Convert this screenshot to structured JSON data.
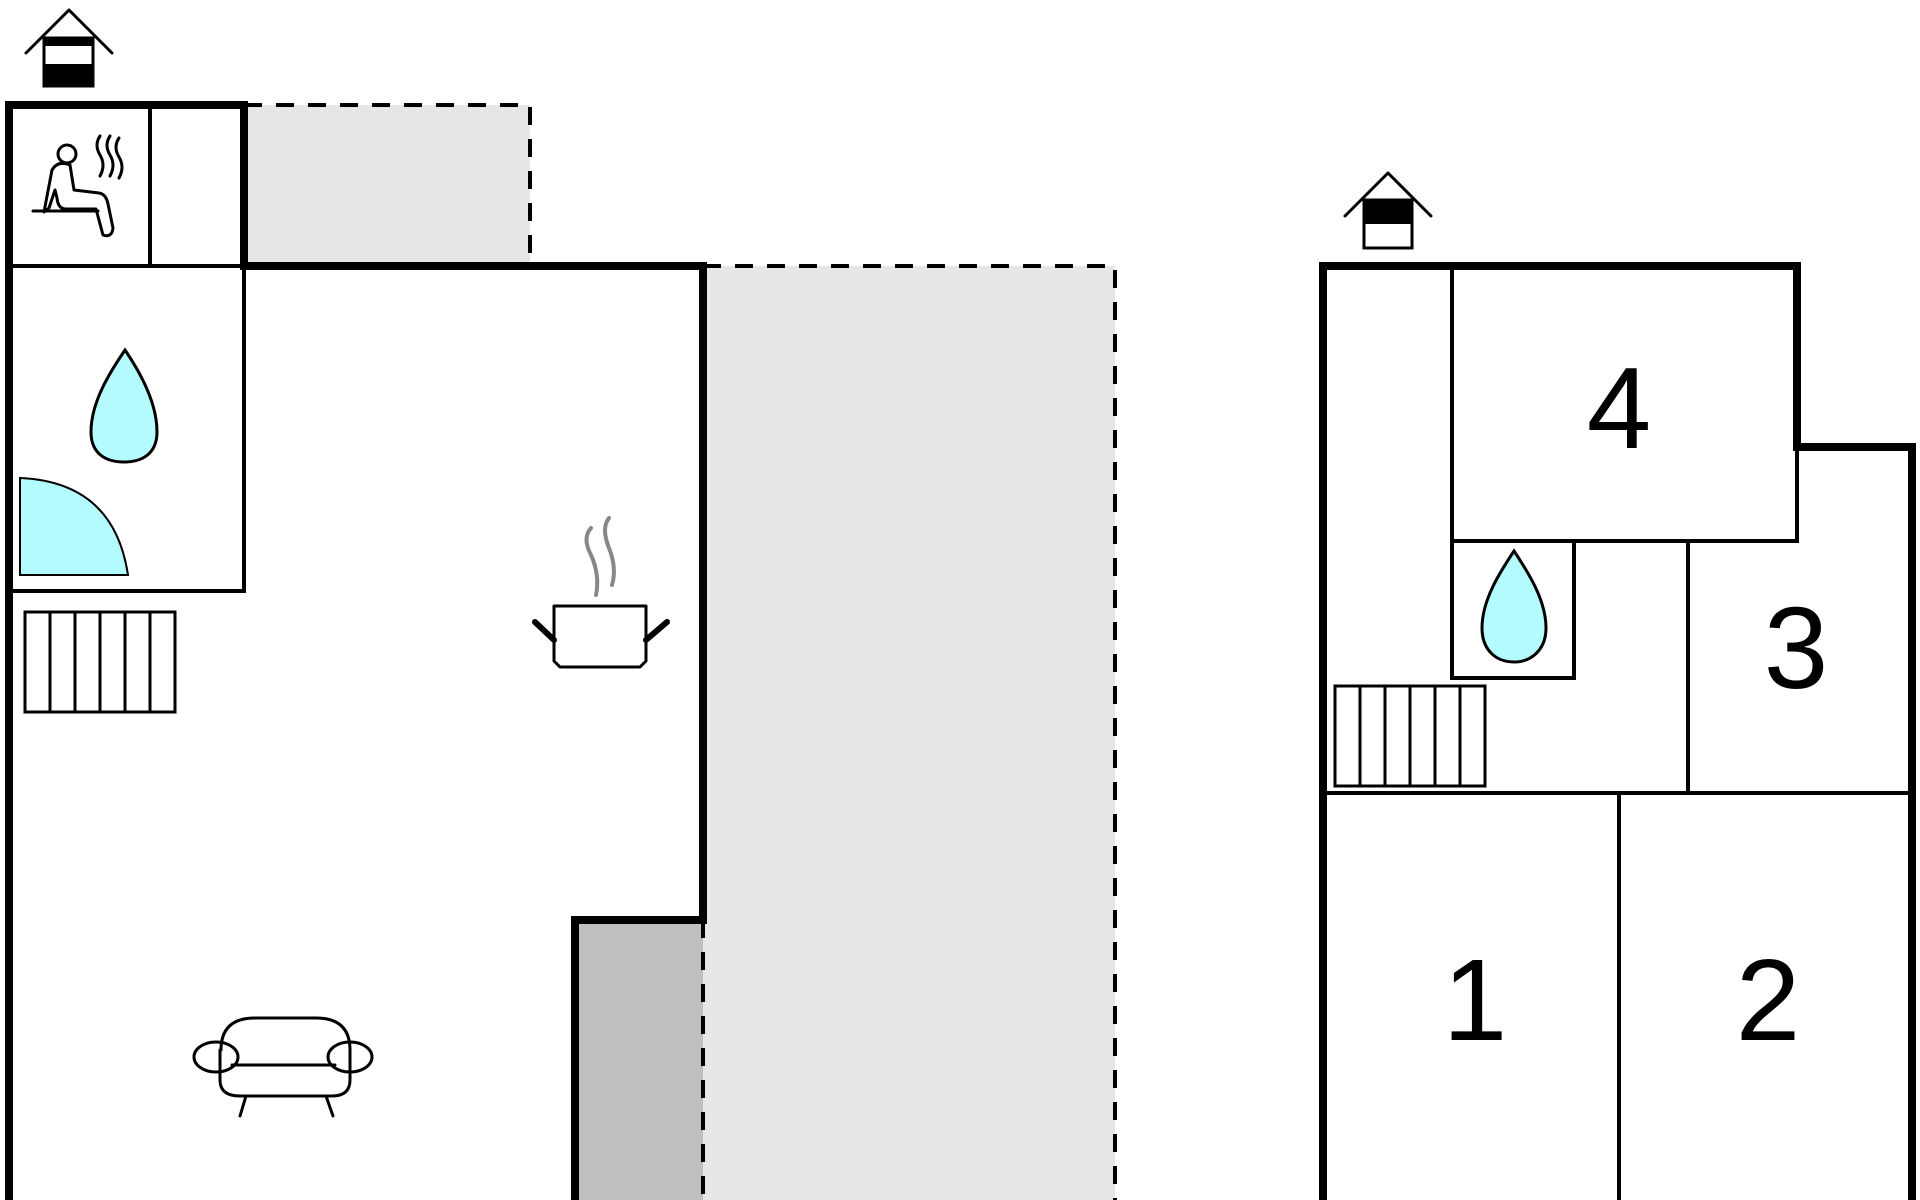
{
  "colors": {
    "background": "#ffffff",
    "wall": "#000000",
    "terrace": "#e6e6e6",
    "covered_terrace": "#bfbfbf",
    "water": "#b3fbff",
    "steam": "#888888"
  },
  "icons": [
    "entrance-icon",
    "sauna-icon",
    "water-drop-icon",
    "shower-icon",
    "radiator-icon",
    "kitchen-pot-icon",
    "sofa-icon"
  ],
  "rooms": {
    "bedroom_1": "1",
    "bedroom_2": "2",
    "bedroom_3": "3",
    "bedroom_4": "4"
  }
}
